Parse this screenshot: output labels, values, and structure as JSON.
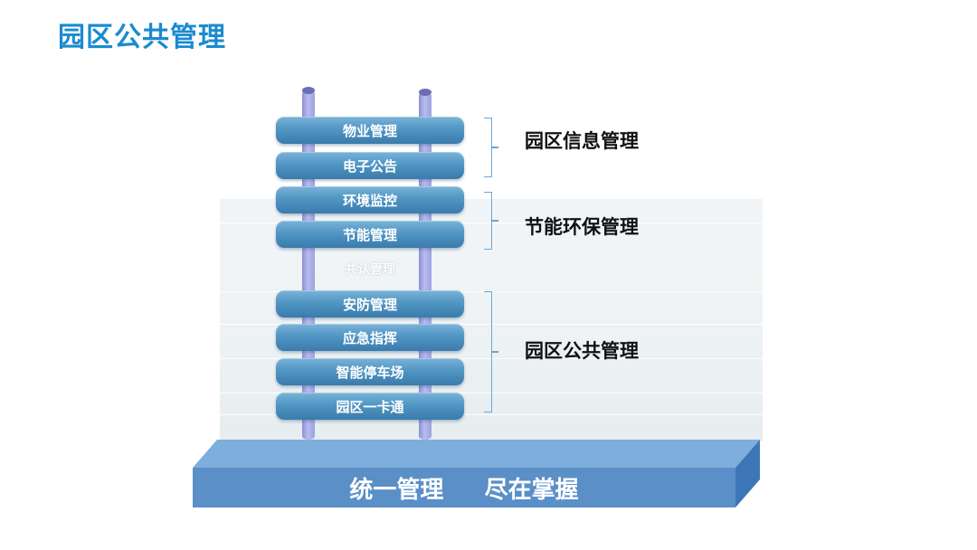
{
  "title": "园区公共管理",
  "layers": [
    "物业管理",
    "电子公告",
    "环境监控",
    "节能管理",
    "安防管理",
    "应急指挥",
    "智能停车场",
    "园区一卡通"
  ],
  "ghost_layer": "共认管理",
  "groups": [
    "园区信息管理",
    "节能环保管理",
    "园区公共管理"
  ],
  "base_text": "统一管理     尽在掌握",
  "colors": {
    "title": "#1a8bd0",
    "disk": "#5196c4",
    "base": "#5a8fc8",
    "bracket": "#6aa6d8"
  }
}
